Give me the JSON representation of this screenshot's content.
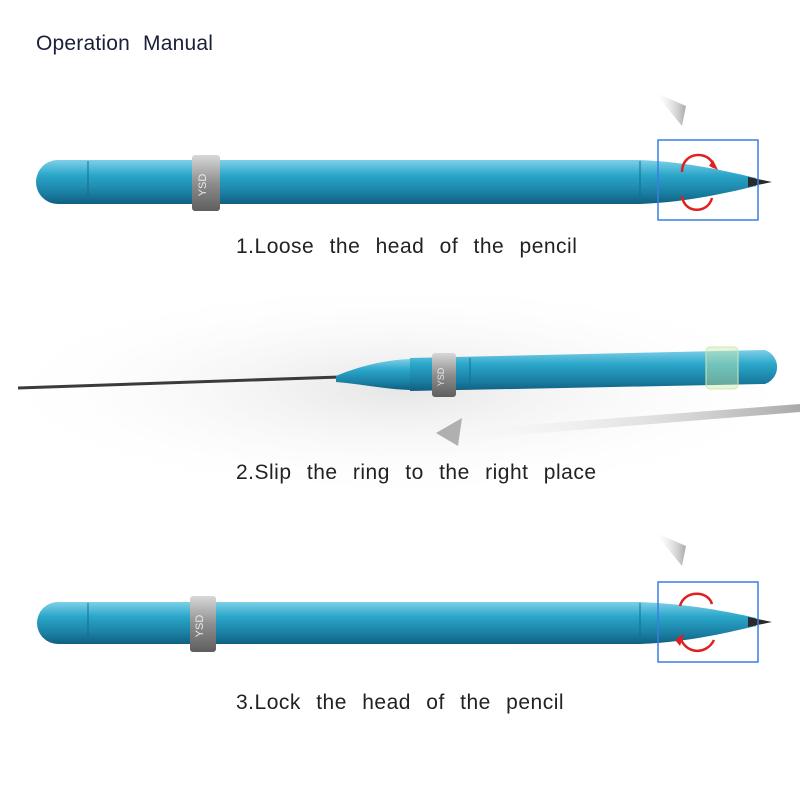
{
  "header": {
    "title": "Operation Manual"
  },
  "steps": [
    {
      "caption": "1.Loose the head of the pencil",
      "ring_text": "YSD"
    },
    {
      "caption": "2.Slip the ring to the right place",
      "ring_text": "YSD"
    },
    {
      "caption": "3.Lock the head of the pencil",
      "ring_text": "YSD"
    }
  ],
  "colors": {
    "pencil_body": "#1f8fb3",
    "highlight_box": "#3a7ee0",
    "rotation_arrow": "#e02020",
    "pointer_arrow": "#b8b8b8",
    "ring": "#9a9a9a"
  }
}
